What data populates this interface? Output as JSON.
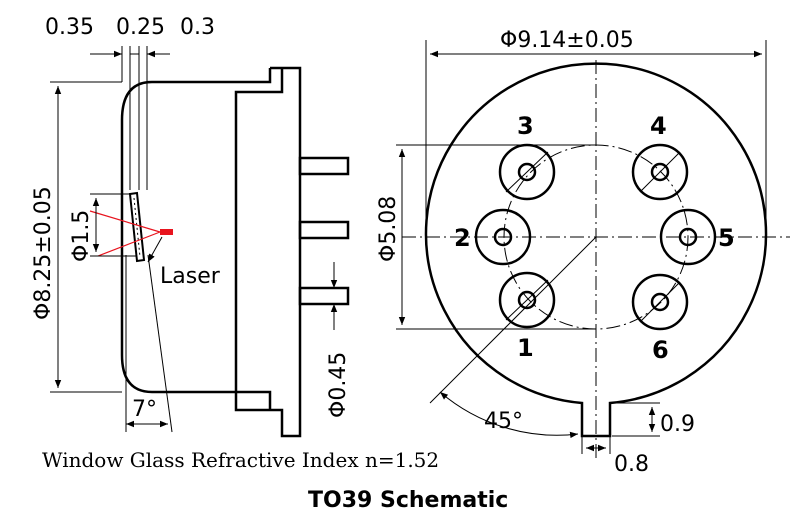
{
  "title": "TO39 Schematic",
  "side_view": {
    "top_dims": [
      "0.35",
      "0.25",
      "0.3"
    ],
    "cap_diameter": "Φ8.25±0.05",
    "window_diameter": "Φ1.5",
    "pin_diameter": "Φ0.45",
    "angle": "7°",
    "laser_label": "Laser",
    "note": "Window Glass Refractive Index n=1.52"
  },
  "bottom_view": {
    "outer_diameter": "Φ9.14±0.05",
    "pin_circle_diameter": "Φ5.08",
    "tab_height": "0.9",
    "tab_width": "0.8",
    "tab_angle": "45°",
    "pins": [
      "1",
      "2",
      "3",
      "4",
      "5",
      "6"
    ]
  },
  "colors": {
    "laser": "#e8141e",
    "line": "#000000"
  }
}
